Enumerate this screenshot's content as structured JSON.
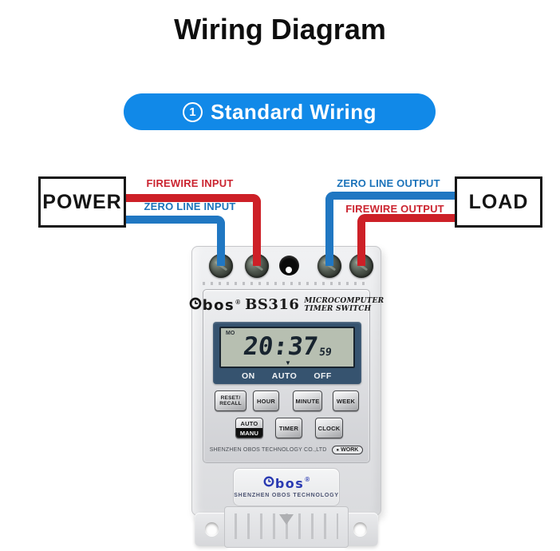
{
  "title": "Wiring Diagram",
  "banner": {
    "number": "1",
    "label": "Standard Wiring"
  },
  "wiring": {
    "power": "POWER",
    "load": "LOAD",
    "firewire_input": "FIREWIRE INPUT",
    "zero_line_input": "ZERO LINE INPUT",
    "zero_line_output": "ZERO LINE OUTPUT",
    "firewire_output": "FIREWIRE OUTPUT"
  },
  "device": {
    "brand_suffix": "bos",
    "reg_mark": "®",
    "model": "BS316",
    "model_desc_line1": "MICROCOMPUTER",
    "model_desc_line2": "TIMER  SWITCH",
    "lcd": {
      "day": "MO",
      "time": "20:37",
      "seconds": "59",
      "cursor": "▼",
      "mode_on": "ON",
      "mode_auto": "AUTO",
      "mode_off": "OFF"
    },
    "buttons": {
      "reset_line1": "RESET/",
      "reset_line2": "RECALL",
      "hour": "HOUR",
      "minute": "MINUTE",
      "week": "WEEK",
      "auto": "AUTO",
      "manu": "MANU",
      "timer": "TIMER",
      "clock": "CLOCK"
    },
    "company_line": "SHENZHEN OBOS TECHNOLOGY CO.,LTD",
    "work_dot": "●",
    "work_indicator": "WORK",
    "bottom_plate_company": "SHENZHEN OBOS TECHNOLOGY"
  },
  "colors": {
    "pill_blue": "#1189e8",
    "wire_red": "#cd2027",
    "wire_blue": "#2077c2",
    "label_red": "#cb2430",
    "label_blue": "#1b73ba",
    "lcd_frame": "#36536f",
    "lcd_screen": "#b7bfb1",
    "logo_blue": "#2a3ab2"
  }
}
